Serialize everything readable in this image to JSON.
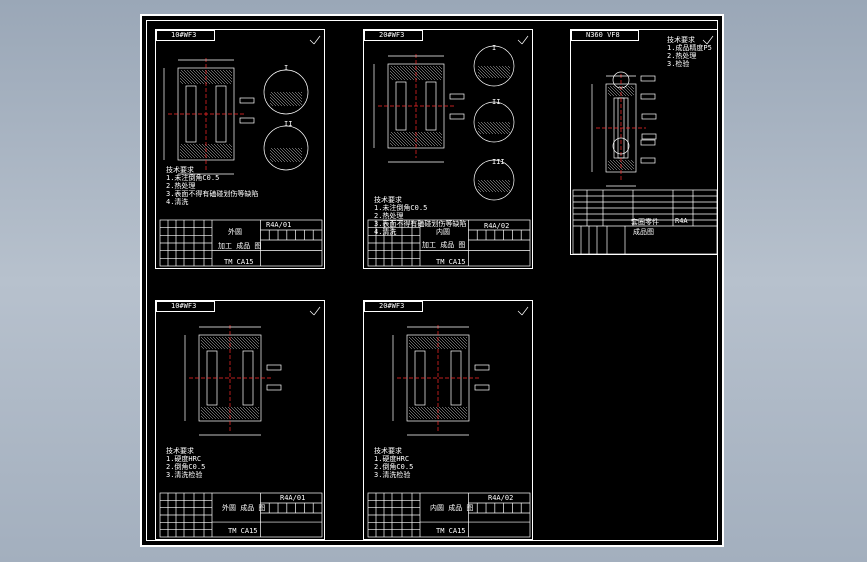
{
  "sheets": [
    {
      "id": "s1",
      "tag": "10#WF3",
      "code": "R4A/01",
      "title": "外圆",
      "subtitle": "加工 成品 图",
      "mark": "TM",
      "mark_sub": "CA15",
      "notes": [
        "技术要求",
        "1.未注倒角C0.5",
        "2.热处理",
        "3.表面不得有磕碰划伤等缺陷",
        "4.清洗"
      ],
      "detail_labels": [
        "I",
        "II"
      ]
    },
    {
      "id": "s2",
      "tag": "20#WF3",
      "code": "R4A/02",
      "title": "内圆",
      "subtitle": "加工 成品 图",
      "mark": "TM",
      "mark_sub": "CA15",
      "notes": [
        "技术要求",
        "1.未注倒角C0.5",
        "2.热处理",
        "3.表面不得有磕碰划伤等缺陷",
        "4.清洗"
      ],
      "detail_labels": [
        "I",
        "II",
        "III"
      ]
    },
    {
      "id": "s3",
      "tag": "N360 VF8",
      "code": "R4A",
      "title": "套圈零件",
      "subtitle": "成品图",
      "mark": "",
      "mark_sub": "",
      "notes": [
        "技术要求",
        "1.成品精度P5",
        "2.热处理",
        "3.检验"
      ],
      "detail_labels": []
    },
    {
      "id": "s4",
      "tag": "10#WF3",
      "code": "R4A/01",
      "title": "外圆 成品 图",
      "subtitle": "",
      "mark": "TM",
      "mark_sub": "CA15",
      "notes": [
        "技术要求",
        "1.硬度HRC",
        "2.倒角C0.5",
        "3.清洗检验"
      ],
      "detail_labels": []
    },
    {
      "id": "s5",
      "tag": "20#WF3",
      "code": "R4A/02",
      "title": "内圆 成品 图",
      "subtitle": "",
      "mark": "TM",
      "mark_sub": "CA15",
      "notes": [
        "技术要求",
        "1.硬度HRC",
        "2.倒角C0.5",
        "3.清洗检验"
      ],
      "detail_labels": []
    }
  ],
  "colors": {
    "background": "#000000",
    "line": "#ffffff",
    "center": "#ff2a2a",
    "accent": "#ffff00",
    "frame": "#a9b4c2"
  }
}
